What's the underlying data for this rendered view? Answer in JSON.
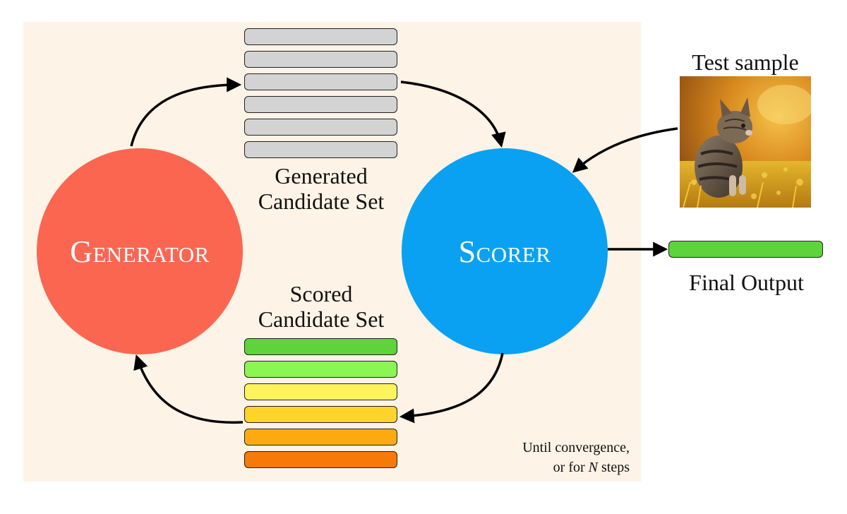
{
  "generator": {
    "label": "Generator",
    "color": "#fb6651"
  },
  "scorer": {
    "label": "Scorer",
    "color": "#0aa1f2"
  },
  "generated_set": {
    "caption_line1": "Generated",
    "caption_line2": "Candidate Set",
    "bar_color": "#d3d3d3",
    "count": 6
  },
  "scored_set": {
    "caption_line1": "Scored",
    "caption_line2": "Candidate Set",
    "bar_colors": [
      "#5ed33c",
      "#8bf553",
      "#fdf35c",
      "#fed42a",
      "#fdaa10",
      "#f57a08"
    ]
  },
  "test_sample": {
    "label": "Test sample",
    "image": "kitten-in-golden-grass"
  },
  "final_output": {
    "label": "Final Output",
    "bar_color": "#5ed33c"
  },
  "loop_note": {
    "line1": "Until convergence,",
    "line2_prefix": "or for ",
    "line2_var": "N",
    "line2_suffix": " steps"
  },
  "colors": {
    "panel_bg": "#fdf3e6",
    "arrow": "#000000"
  }
}
